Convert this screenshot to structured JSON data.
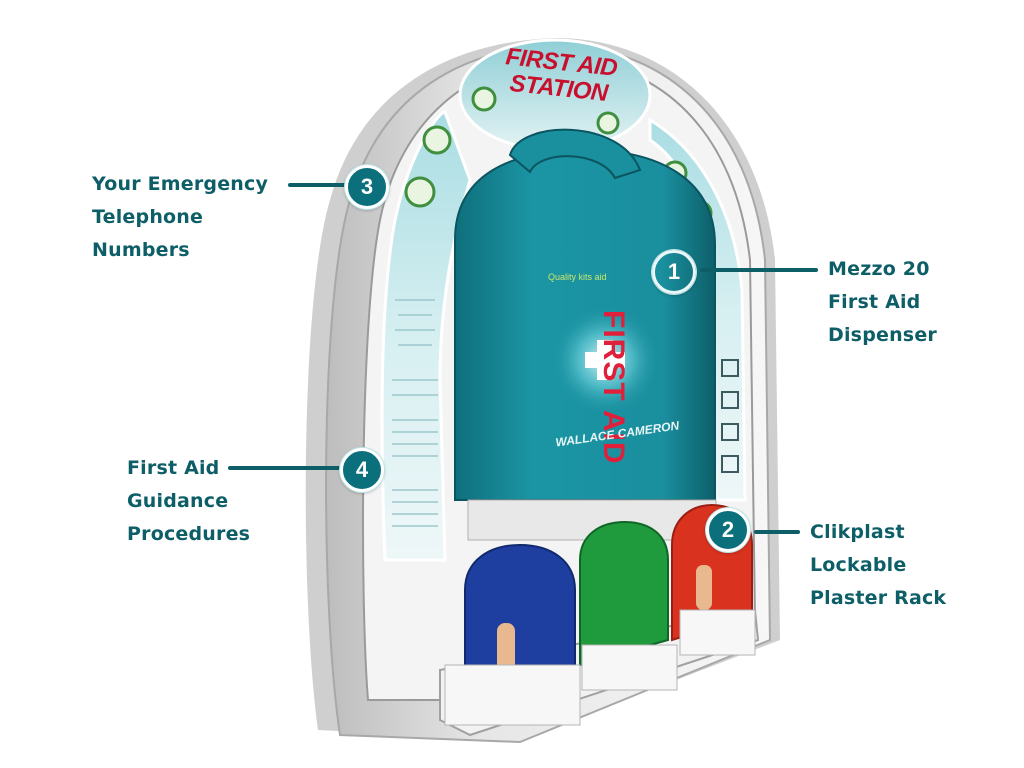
{
  "product": {
    "station_title_line1": "FIRST AID",
    "station_title_line2": "STATION",
    "kit_label": "Quality kits aid",
    "kit_vertical_text": "FIRST AID",
    "brand_text": "WALLACE CAMERON"
  },
  "callouts": [
    {
      "number": "1",
      "lines": [
        "Mezzo 20",
        "First Aid",
        "Dispenser"
      ]
    },
    {
      "number": "2",
      "lines": [
        "Clikplast",
        "Lockable",
        "Plaster Rack"
      ]
    },
    {
      "number": "3",
      "lines": [
        "Your Emergency",
        "Telephone",
        "Numbers"
      ]
    },
    {
      "number": "4",
      "lines": [
        "First Aid",
        "Guidance",
        "Procedures"
      ]
    }
  ],
  "colors": {
    "callout_text": "#0e5e68",
    "badge": "#0b6f7c",
    "dispenser_teal": "#1a8f9e",
    "title_red": "#c8102e",
    "rack_blue": "#1f3fa0",
    "rack_green": "#1f9a3c",
    "rack_red": "#d9321f"
  }
}
